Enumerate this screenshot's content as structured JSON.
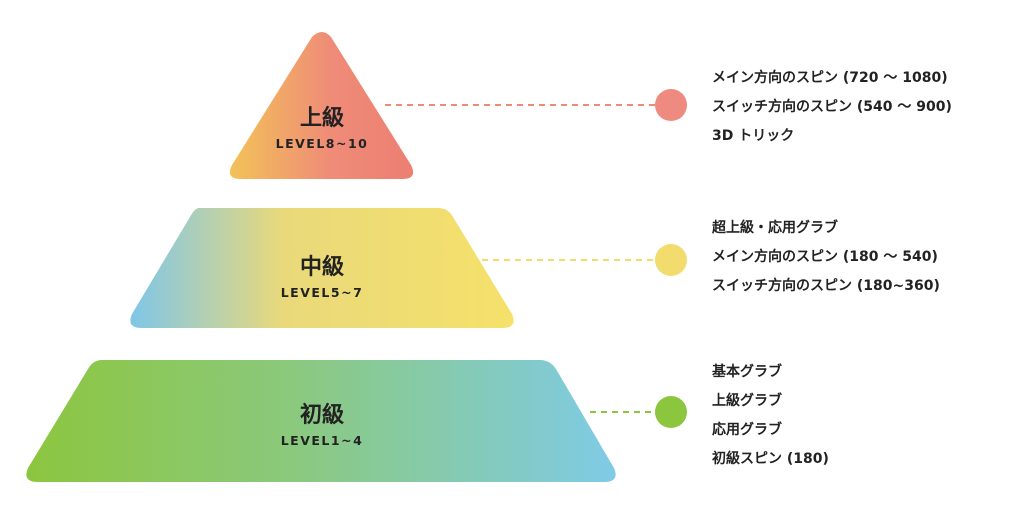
{
  "tiers": [
    {
      "title": "上級",
      "level": "LEVEL8~10",
      "marker_color": "#ee8a80",
      "items": [
        "メイン方向のスピン (720 〜 1080)",
        "スイッチ方向のスピン (540 〜 900)",
        "3D トリック"
      ]
    },
    {
      "title": "中級",
      "level": "LEVEL5~7",
      "marker_color": "#f3dc6e",
      "items": [
        "超上級・応用グラブ",
        "メイン方向のスピン (180 〜 540)",
        "スイッチ方向のスピン (180~360)"
      ]
    },
    {
      "title": "初級",
      "level": "LEVEL1~4",
      "marker_color": "#8cc63f",
      "items": [
        "基本グラブ",
        "上級グラブ",
        "応用グラブ",
        "初級スピン (180)"
      ]
    }
  ],
  "colors": {
    "top_gradient": [
      "#f2c257",
      "#ef8c78",
      "#ec7f72"
    ],
    "middle_gradient": [
      "#7fc6e8",
      "#f3dc6e",
      "#f5e16a"
    ],
    "bottom_gradient": [
      "#8cc63f",
      "#8bc97d",
      "#7fcbe6"
    ]
  }
}
